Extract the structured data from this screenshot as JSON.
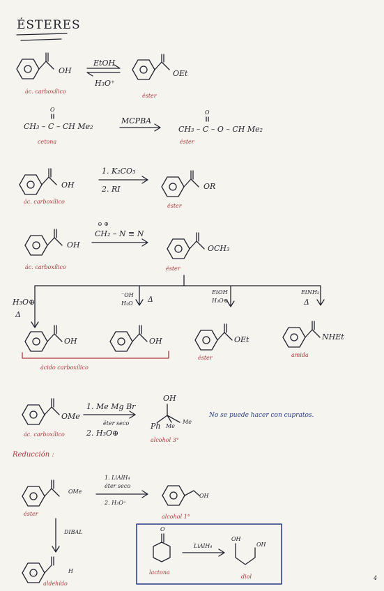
{
  "title": "ÉSTERES",
  "r1": {
    "reagent_top": "EtOH",
    "reagent_bottom": "H₃O⁺",
    "oh": "OH",
    "oet": "OEt",
    "label_left": "ác. carboxílico",
    "label_right": "éster"
  },
  "r2": {
    "left": "CH₃ – C – CH Me₂",
    "reagent": "MCPBA",
    "right": "CH₃ – C – O – CH Me₂",
    "o1": "O",
    "o2": "O",
    "label_left": "cetona",
    "label_right": "éster"
  },
  "r3": {
    "step1": "1. K₂CO₃",
    "step2": "2. RI",
    "oh": "OH",
    "or": "OR",
    "label_left": "ác. carboxílico",
    "label_right": "éster"
  },
  "r4": {
    "reagent_charges": "⊖    ⊕",
    "reagent": "CH₂ – N ≡ N",
    "oh": "OH",
    "och3": "OCH₃",
    "label_left": "ác. carboxílico",
    "label_right": "éster"
  },
  "hyd": {
    "acid_reagent": "H₃O⊕",
    "acid_heat": "Δ",
    "base_reagent_top": "⁻OH",
    "base_reagent_bottom": "H₂O",
    "base_heat": "Δ",
    "trans_reagent_top": "EtOH",
    "trans_reagent_bottom": "H₃O⊕",
    "amid_reagent": "EtNH₂",
    "amid_heat": "Δ",
    "oh1": "OH",
    "oh2": "OH",
    "oet": "OEt",
    "nhet": "NHEt",
    "label_acid": "ácido carboxílico",
    "label_ester": "éster",
    "label_amide": "amida"
  },
  "grig": {
    "ome": "OMe",
    "step1": "1. Me Mg Br",
    "solvent": "éter seco",
    "step2": "2. H₃O⊕",
    "oh": "OH",
    "ph": "Ph",
    "me1": "Me",
    "me2": "Me",
    "label_left": "ác. carboxílico",
    "label_right": "alcohol 3°",
    "note": "No se puede hacer con cupratos."
  },
  "red": {
    "heading": "Reducción :",
    "ome": "OMe",
    "step1": "1. LiAlH₄",
    "solvent": "éter seco",
    "step2": "2. H₃O⁺",
    "oh": "OH",
    "label_left": "éster",
    "label_right": "alcohol 1°",
    "dibal": "DIBAL",
    "h": "H",
    "label_ald": "aldehído",
    "box_o": "O",
    "box_reagent": "LiAlH₄",
    "box_oh1": "OH",
    "box_oh2": "OH",
    "label_lactone": "lactona",
    "label_diol": "diol"
  },
  "page_number": "4"
}
